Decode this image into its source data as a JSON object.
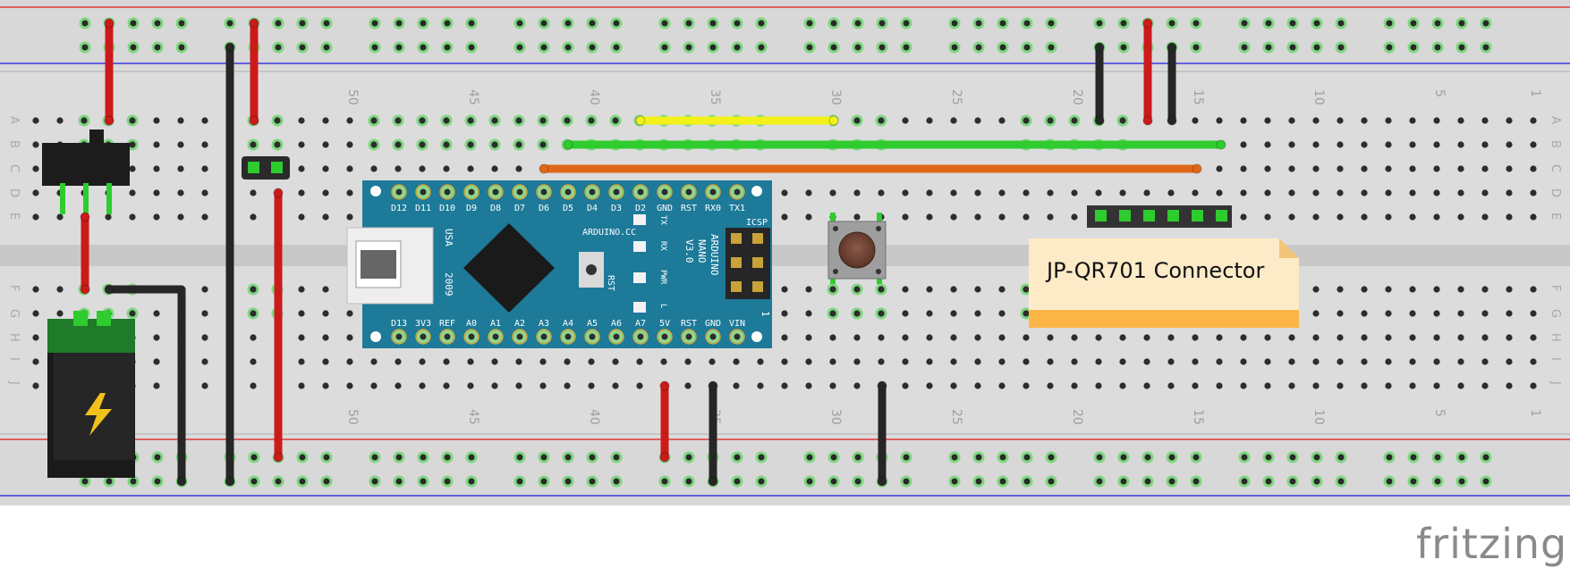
{
  "breadboard": {
    "column_numbers": [
      "50",
      "45",
      "40",
      "35",
      "30",
      "25",
      "20",
      "15",
      "10",
      "5",
      "1"
    ],
    "row_letters_top": [
      "A",
      "B",
      "C",
      "D",
      "E"
    ],
    "row_letters_bottom": [
      "F",
      "G",
      "H",
      "I",
      "J"
    ]
  },
  "arduino": {
    "top_pins": [
      "D12",
      "D11",
      "D10",
      "D9",
      "D8",
      "D7",
      "D6",
      "D5",
      "D4",
      "D3",
      "D2",
      "GND",
      "RST",
      "RX0",
      "TX1"
    ],
    "bottom_pins": [
      "D13",
      "3V3",
      "REF",
      "A0",
      "A1",
      "A2",
      "A3",
      "A4",
      "A5",
      "A6",
      "A7",
      "5V",
      "RST",
      "GND",
      "VIN"
    ],
    "brand": "ARDUINO.CC",
    "model_lines": [
      "ARDUINO",
      "NANO",
      "V3.0"
    ],
    "icsp_label": "ICSP",
    "usa": "USA",
    "year": "2009",
    "rst_label": "RST",
    "led_labels": [
      "TX",
      "RX",
      "PWR",
      "L"
    ],
    "corner_digit": "1"
  },
  "note": {
    "text": "JP-QR701 Connector"
  },
  "logo": {
    "text": "fritzing"
  },
  "colors": {
    "red": "#cc1a1a",
    "black": "#262626",
    "yellow": "#f2f21a",
    "green": "#2ecc2e",
    "orange": "#e0661a",
    "board": "#1d7a99",
    "breadboard": "#dcdcdc",
    "rail_red": "#e21818",
    "rail_blue": "#1a1ae2"
  }
}
